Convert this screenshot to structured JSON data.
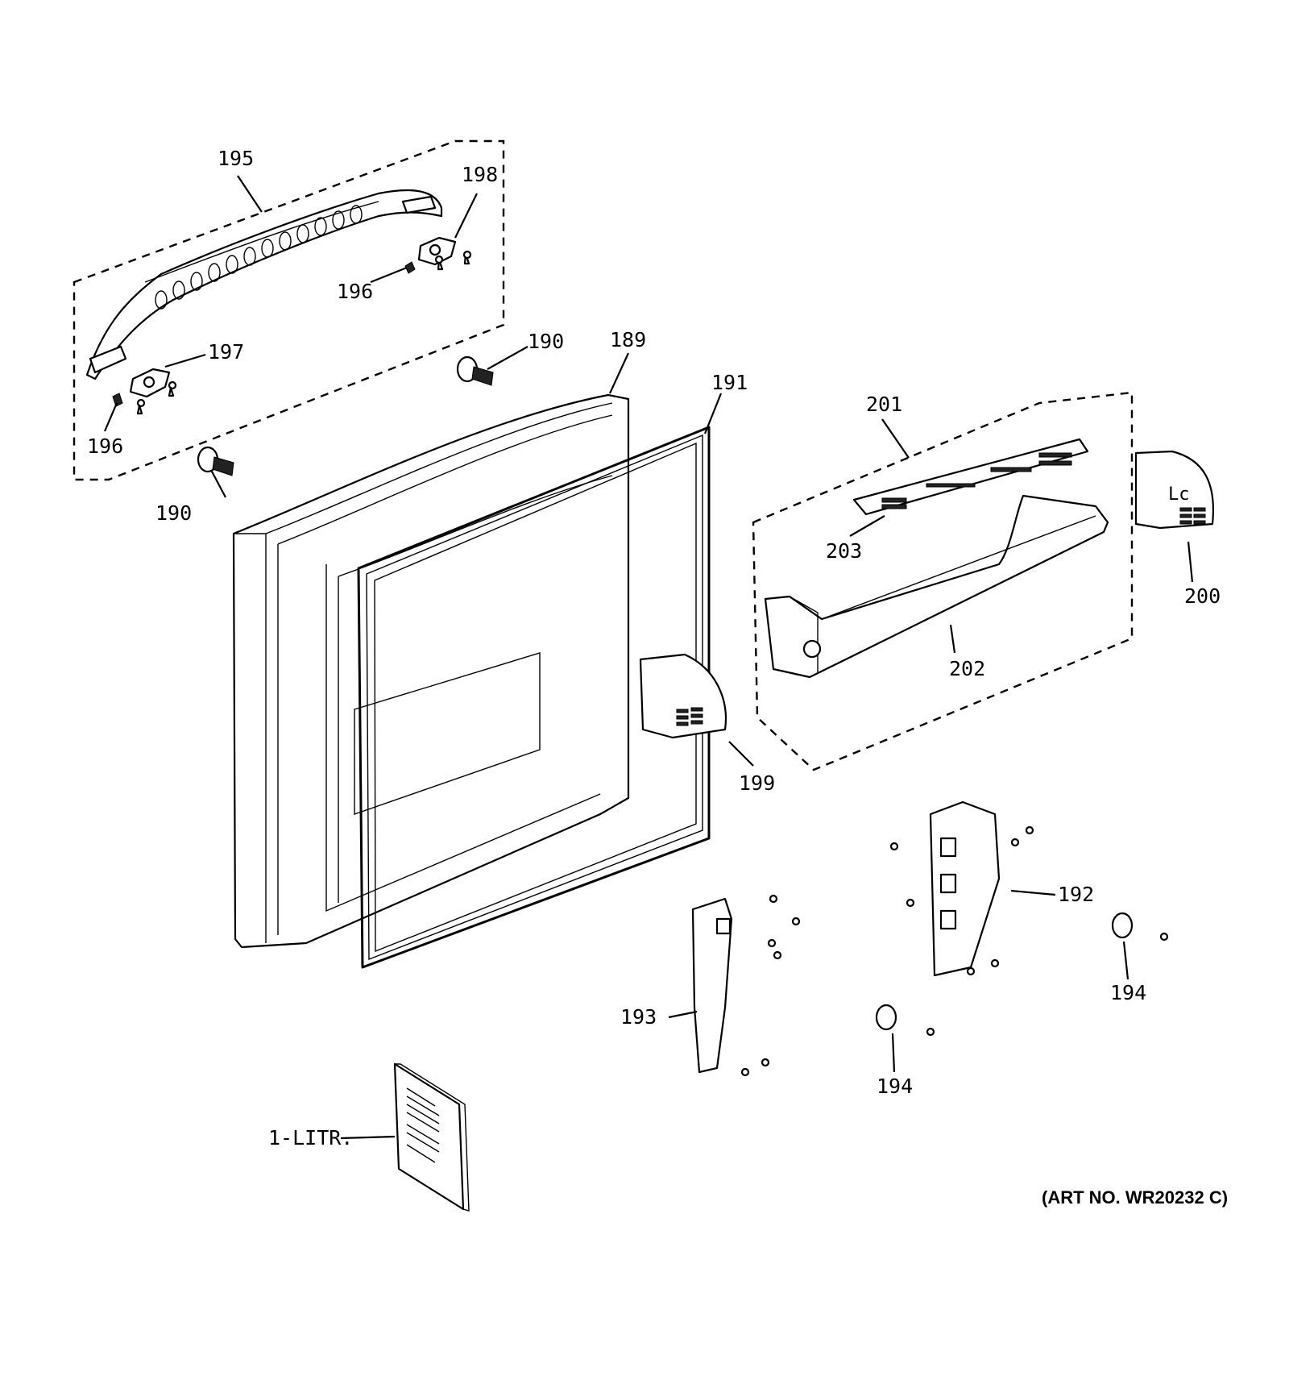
{
  "callouts": {
    "c189": "189",
    "c190a": "190",
    "c190b": "190",
    "c191": "191",
    "c192": "192",
    "c193": "193",
    "c194a": "194",
    "c194b": "194",
    "c195": "195",
    "c196a": "196",
    "c196b": "196",
    "c197": "197",
    "c198": "198",
    "c199": "199",
    "c200": "200",
    "c201": "201",
    "c202": "202",
    "c203": "203",
    "litr": "1-LITR."
  },
  "art_number": "(ART NO. WR20232 C)",
  "colors": {
    "line": "#000000",
    "background": "#ffffff"
  }
}
